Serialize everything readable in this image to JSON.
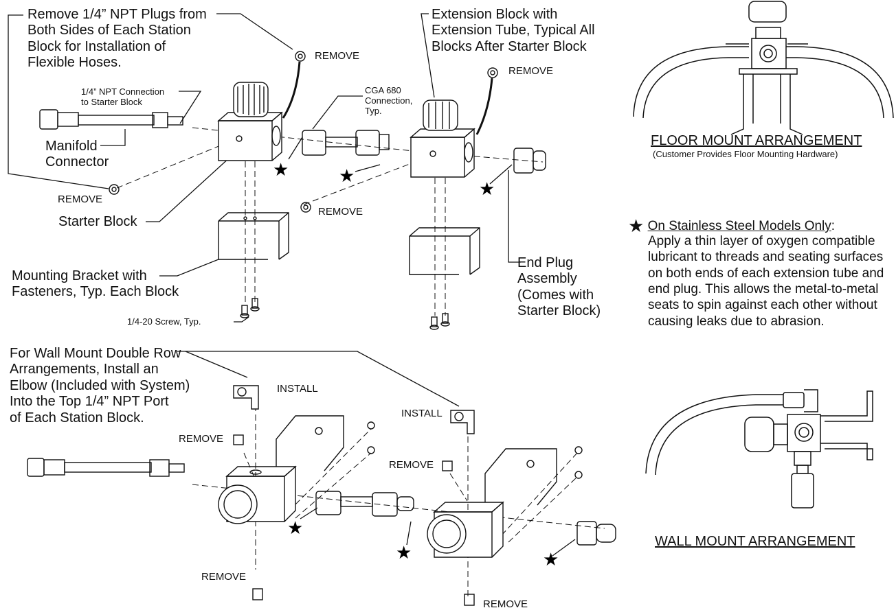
{
  "callouts": {
    "remove_plugs": "Remove 1/4” NPT Plugs from\nBoth Sides of Each Station\nBlock for Installation of\nFlexible Hoses.",
    "extension_block": "Extension Block with\nExtension Tube, Typical All\nBlocks After Starter Block",
    "npt_connection": "1/4” NPT Connection\nto Starter Block",
    "cga_connection": "CGA 680\nConnection,\nTyp.",
    "manifold_connector": "Manifold\nConnector",
    "starter_block": "Starter Block",
    "mounting_bracket": "Mounting Bracket with\nFasteners, Typ. Each Block",
    "screw": "1/4-20 Screw, Typ.",
    "end_plug": "End Plug\nAssembly\n(Comes with\n Starter Block)",
    "wall_mount_note": "For Wall Mount Double Row\nArrangements, Install an\nElbow (Included with System)\nInto the Top 1/4” NPT Port\nof Each Station Block.",
    "remove": "REMOVE",
    "install": "INSTALL"
  },
  "floor_mount": {
    "title": "FLOOR MOUNT ARRANGEMENT",
    "subtitle": "(Customer Provides Floor Mounting Hardware)"
  },
  "wall_mount": {
    "title": "WALL MOUNT ARRANGEMENT"
  },
  "stainless_note": {
    "symbol": "★",
    "heading": "On Stainless Steel Models Only",
    "colon": ":",
    "body": "Apply a thin layer of oxygen compatible\nlubricant to threads and seating surfaces\non both ends of each extension tube and\nend plug. This allows the metal-to-metal\nseats to spin against each other without\ncausing leaks due to abrasion."
  },
  "icons": {
    "star": "★"
  }
}
